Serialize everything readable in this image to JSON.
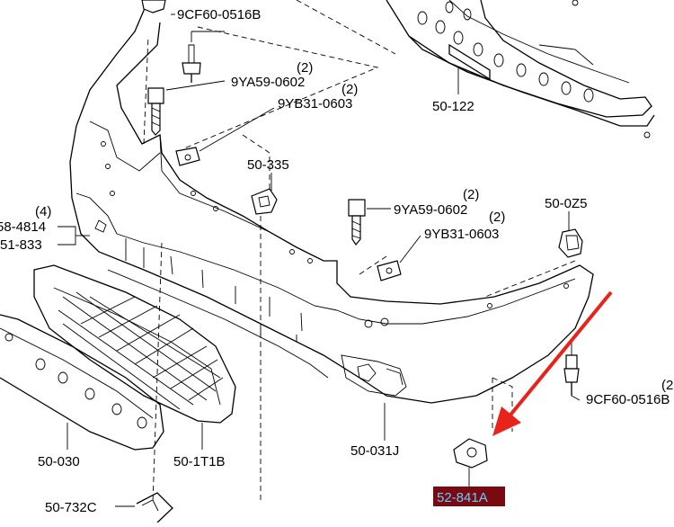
{
  "accent": {
    "arrow_color": "#e8231c",
    "highlight_bg": "#7a0a12",
    "highlight_text": "#5fd0ff"
  },
  "labels": {
    "clip_top": "9CF60-0516B",
    "bolt_top_qty": "(2)",
    "bolt_top": "9YA59-0602",
    "washer_top_qty": "(2)",
    "washer_top": "9YB31-0603",
    "absorber": "50-122",
    "bracket_335": "50-335",
    "bolt_mid_qty": "(2)",
    "bolt_mid": "9YA59-0602",
    "washer_mid_qty": "(2)",
    "washer_mid": "9YB31-0603",
    "nut_0z5": "50-0Z5",
    "qty_left": "(4)",
    "part_left_1": "58-4814",
    "part_left_2": "51-833",
    "clip_right_qty": "(2",
    "clip_right": "9CF60-0516B",
    "grille": "50-030",
    "reinforcement": "50-1T1B",
    "bumper": "50-031J",
    "bottom_left": "50-732C",
    "highlighted_part": "52-841A"
  }
}
